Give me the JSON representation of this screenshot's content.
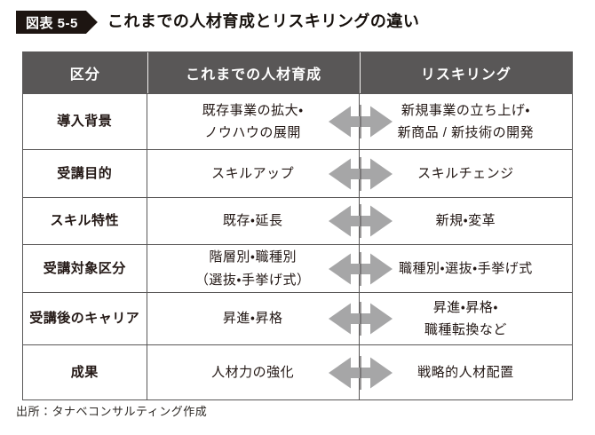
{
  "figure": {
    "badge_label": "図表 5-5",
    "title": "これまでの人材育成とリスキリングの違い"
  },
  "table": {
    "headers": {
      "category": "区分",
      "traditional": "これまでの人材育成",
      "reskilling": "リスキリング"
    },
    "rows": [
      {
        "category": "導入背景",
        "traditional": "既存事業の拡大・\nノウハウの展開",
        "reskilling": "新規事業の立ち上げ・\n新商品 / 新技術の開発"
      },
      {
        "category": "受講目的",
        "traditional": "スキルアップ",
        "reskilling": "スキルチェンジ"
      },
      {
        "category": "スキル特性",
        "traditional": "既存・延長",
        "reskilling": "新規・変革"
      },
      {
        "category": "受講対象区分",
        "traditional": "階層別・職種別\n（選抜・手挙げ式）",
        "reskilling": "職種別・選抜・手挙げ式"
      },
      {
        "category": "受講後のキャリア",
        "traditional": "昇進・昇格",
        "reskilling": "昇進・昇格・\n職種転換など"
      },
      {
        "category": "成果",
        "traditional": "人材力の強化",
        "reskilling": "戦略的人材配置"
      }
    ]
  },
  "source": "出所：タナベコンサルティング作成",
  "icons": {
    "row_connector": "left-right-arrow-icon",
    "badge_shape": "right-pointing-pennant"
  },
  "colors": {
    "header_bg": "#595757",
    "border": "#595757",
    "arrow": "#a6a6a7",
    "badge_bg": "#1d1511",
    "text": "#231815"
  }
}
